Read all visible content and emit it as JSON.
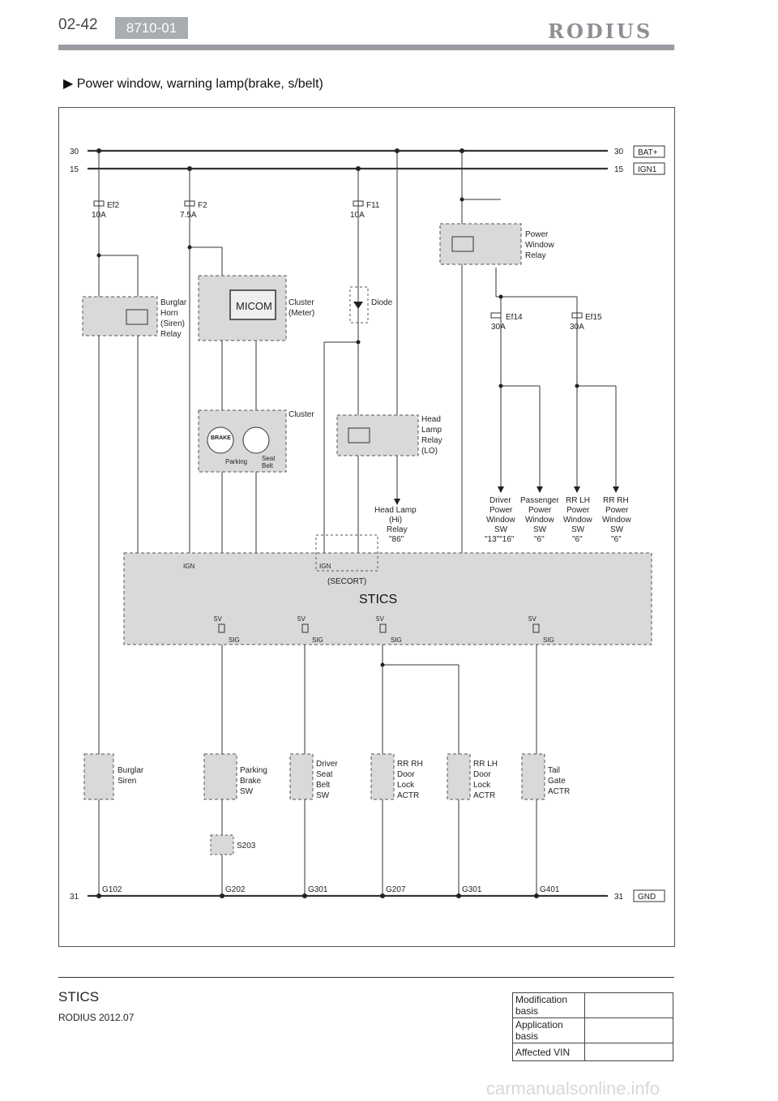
{
  "header": {
    "page": "02-42",
    "code": "8710-01",
    "brand": "RODIUS"
  },
  "section_title": "▶ Power window, warning lamp(brake, s/belt)",
  "rails": {
    "b30": "30",
    "b15": "15",
    "b31": "31",
    "bat": "BAT+",
    "ign": "IGN1",
    "gnd": "GND"
  },
  "fuses": {
    "ef2": [
      "Ef2",
      "10A"
    ],
    "f2": [
      "F2",
      "7.5A"
    ],
    "f11": [
      "F11",
      "10A"
    ],
    "ef14": [
      "Ef14",
      "30A"
    ],
    "ef15": [
      "Ef15",
      "30A"
    ]
  },
  "relays": {
    "burglar": [
      "Burglar",
      "Horn",
      "(Siren)",
      "Relay"
    ],
    "power_window": [
      "Power",
      "Window",
      "Relay"
    ],
    "head_lamp": [
      "Head",
      "Lamp",
      "Relay",
      "(LO)"
    ]
  },
  "cluster": {
    "micom": "MICOM",
    "meter": [
      "Cluster",
      "(Meter)"
    ],
    "cluster2": "Cluster",
    "brake": "BRAKE",
    "parking": "Parking",
    "seat": "Seat",
    "belt": "Belt"
  },
  "diode": "Diode",
  "head_lamp_hi": [
    "Head Lamp",
    "(Hi)",
    "Relay",
    "\"86\""
  ],
  "sw_targets": [
    [
      "Driver",
      "Power",
      "Window",
      "SW",
      "\"13\"\"16\""
    ],
    [
      "Passenger",
      "Power",
      "Window",
      "SW",
      "\"6\""
    ],
    [
      "RR LH",
      "Power",
      "Window",
      "SW",
      "\"6\""
    ],
    [
      "RR RH",
      "Power",
      "Window",
      "SW",
      "\"6\""
    ]
  ],
  "stics": {
    "name": "STICS",
    "secort": "(SECORT)",
    "ign": "IGN",
    "v5": "5V",
    "sig": "SIG"
  },
  "bottom_devices": {
    "siren": [
      "Burglar",
      "Siren"
    ],
    "parking_sw": [
      "Parking",
      "Brake",
      "SW"
    ],
    "seat_belt_sw": [
      "Driver",
      "Seat",
      "Belt",
      "SW"
    ],
    "rr_rh_lock": [
      "RR RH",
      "Door",
      "Lock",
      "ACTR"
    ],
    "rr_lh_lock": [
      "RR LH",
      "Door",
      "Lock",
      "ACTR"
    ],
    "tail_gate": [
      "Tail",
      "Gate",
      "ACTR"
    ],
    "s203": "S203"
  },
  "grounds": [
    "G102",
    "G202",
    "G301",
    "G207",
    "G301",
    "G401"
  ],
  "footer": {
    "system": "STICS",
    "version": "RODIUS 2012.07",
    "rows": [
      "Modification basis",
      "Application basis",
      "Affected VIN"
    ]
  },
  "watermark": "carmanualsonline.info"
}
